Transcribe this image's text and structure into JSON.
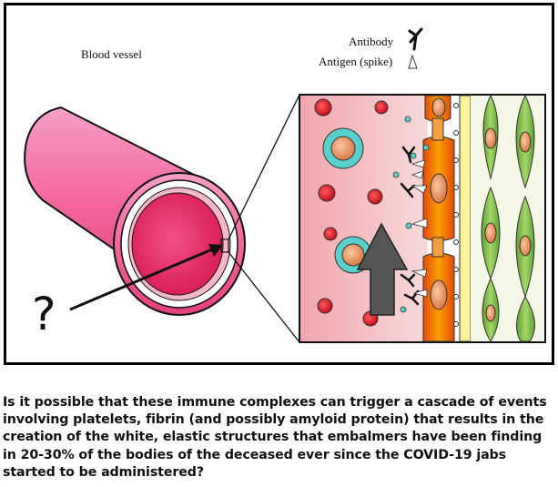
{
  "diagram": {
    "label_vessel": "Blood vessel",
    "legend_antibody": "Antibody",
    "legend_antigen": "Antigen (spike)",
    "question_mark": "?"
  },
  "caption": {
    "text": "Is it possible that these immune complexes can trigger a cascade of events involving platelets, fibrin (and possibly amyloid protein) that results in the creation of the white, elastic structures that embalmers have been finding in 20-30% of the bodies of the deceased ever since the COVID-19 jabs started to be administered?"
  },
  "colors": {
    "vessel_outer": "#f46aa0",
    "vessel_lumen": "#e0245c",
    "plasma_bg": "#f3c2c6",
    "red_cell": "#e01f2c",
    "white_cell_ring": "#5ad0cc",
    "white_cell_core": "#f1a070",
    "endothelium": "#f56a10",
    "membrane": "#fbf49a",
    "smooth_muscle": "#7ac144",
    "arrow_gray": "#555555"
  }
}
